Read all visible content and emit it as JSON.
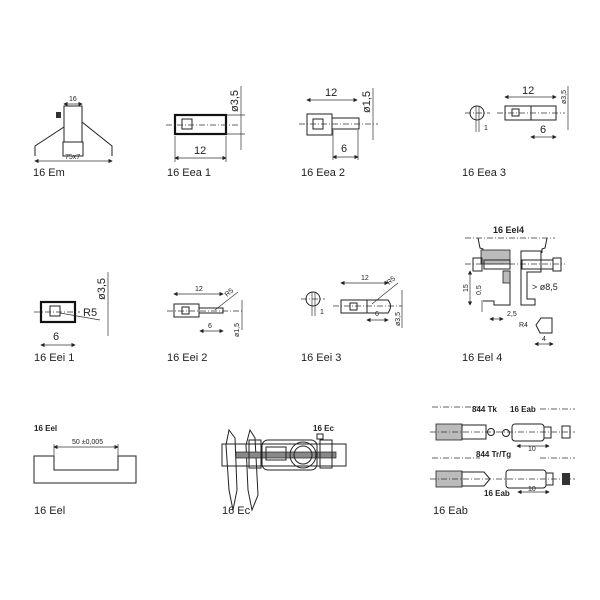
{
  "items": [
    {
      "label": "16 Em",
      "dims": {
        "width": "16",
        "base": "75x7"
      }
    },
    {
      "label": "16 Eea 1",
      "dims": {
        "length": "12",
        "dia": "ø3,5"
      }
    },
    {
      "label": "16 Eea 2",
      "dims": {
        "length": "12",
        "tip": "6",
        "dia": "ø1,5"
      }
    },
    {
      "label": "16 Eea 3",
      "dims": {
        "length": "12",
        "tip": "6",
        "dia": "ø3,5",
        "gap": "1"
      }
    },
    {
      "label": "16 Eei 1",
      "dims": {
        "length": "6",
        "dia": "ø3,5",
        "radius": "R5"
      }
    },
    {
      "label": "16 Eei 2",
      "dims": {
        "length": "12",
        "tip": "6",
        "dia": "ø1,5",
        "radius": "R5"
      }
    },
    {
      "label": "16 Eei 3",
      "dims": {
        "length": "12",
        "tip": "6",
        "dia": "ø3,5",
        "radius": "R5",
        "gap": "1"
      }
    },
    {
      "label": "16 Eel 4",
      "title": "16 Eel4",
      "dims": {
        "height": "15",
        "step": "0,5",
        "offset": "2,5",
        "dia": "> ø8,5",
        "radius": "R4",
        "tip": "4"
      }
    },
    {
      "label": "16 Eel",
      "title": "16 Eel",
      "dims": {
        "length": "50 ±0,005"
      }
    },
    {
      "label": "16 Ec",
      "title": "16 Ec"
    },
    {
      "label": "16 Eab",
      "callouts": {
        "tk": "844 Tk",
        "trtg": "844 Tr/Tg",
        "eab_top": "16 Eab",
        "eab_bottom": "16 Eab"
      },
      "dims": {
        "top": "10",
        "bottom": "10"
      }
    }
  ]
}
